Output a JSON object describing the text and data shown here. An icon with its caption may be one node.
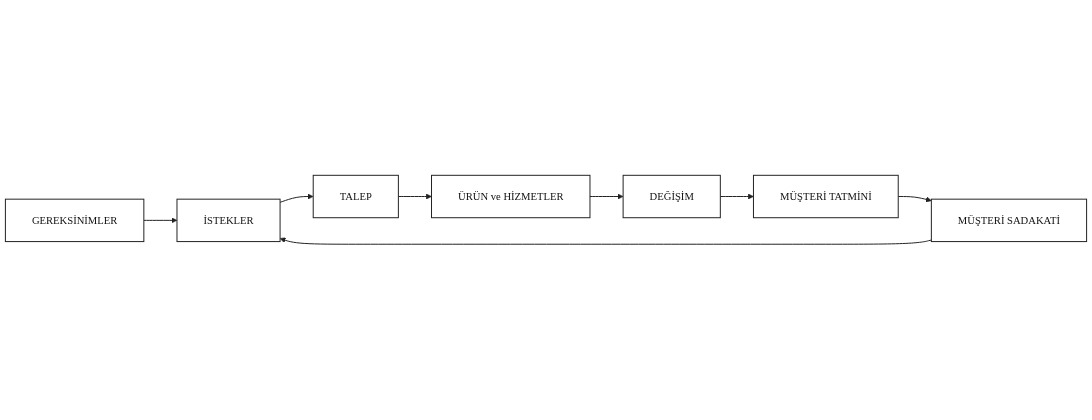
{
  "diagram": {
    "nodes": [
      {
        "text": [
          "GEREKSİNİMLER"
        ]
      },
      {
        "text": [
          "İSTEKLER"
        ]
      },
      {
        "text": [
          "TALEP"
        ]
      },
      {
        "text": [
          "ÜRÜN ve HİZMETLER"
        ]
      },
      {
        "text": [
          "MÜŞTERİ SADAKATİ"
        ]
      },
      {
        "text": [
          "MÜŞTERİ TATMİNİ"
        ]
      },
      {
        "text": [
          "DEĞİŞİM"
        ]
      }
    ],
    "edges": [
      {
        "from": 0,
        "to": 1,
        "arrow": "to"
      },
      {
        "from": 1,
        "to": 2,
        "arrow": "to"
      },
      {
        "from": 2,
        "to": 3,
        "arrow": "to"
      },
      {
        "from": 3,
        "to": 6,
        "arrow": "to"
      },
      {
        "from": 6,
        "to": 5,
        "arrow": "to"
      },
      {
        "from": 5,
        "to": 4,
        "arrow": "to"
      },
      {
        "from": 4,
        "to": 1,
        "arrow": "to"
      }
    ]
  }
}
